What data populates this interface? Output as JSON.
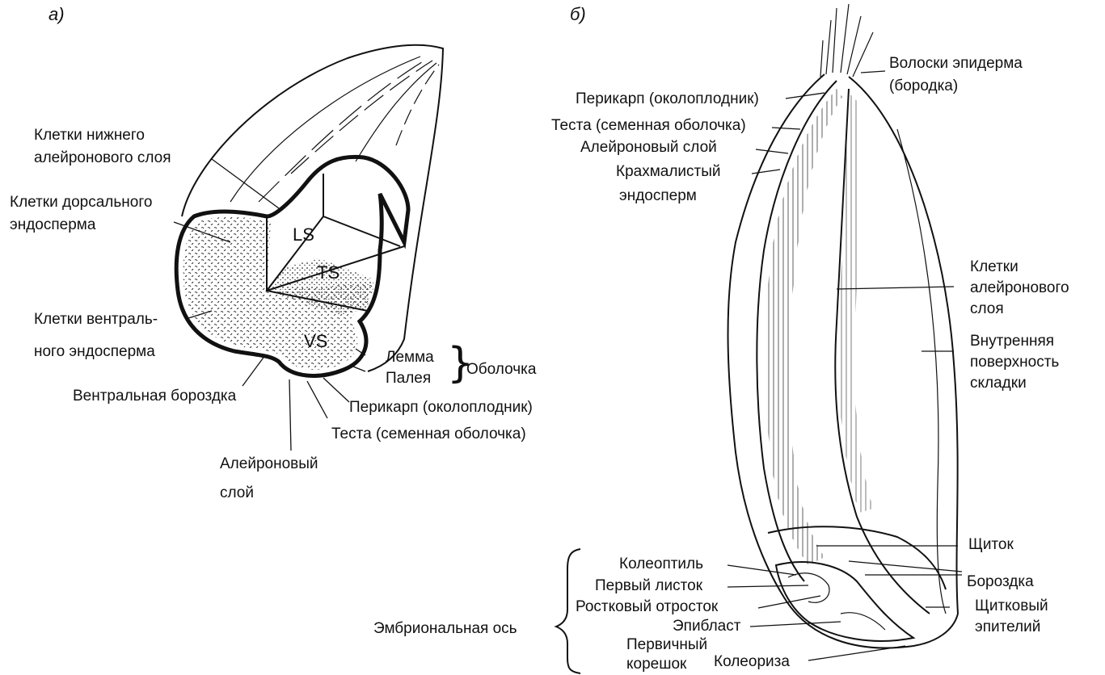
{
  "panel_a": {
    "letter": "а)",
    "regions": {
      "ls": "LS",
      "ts": "TS",
      "vs": "VS"
    },
    "labels": {
      "lower_aleurone_1": "Клетки нижнего",
      "lower_aleurone_2": "алейронового слоя",
      "dorsal_endo_1": "Клетки дорсального",
      "dorsal_endo_2": "эндосперма",
      "ventral_endo_1": "Клетки вентраль-",
      "ventral_endo_2": "ного эндосперма",
      "ventral_groove": "Вентральная бороздка",
      "lemma": "Лемма",
      "palea": "Палея",
      "husk": "Оболочка",
      "pericarp": "Перикарп (околоплодник)",
      "testa": "Теста (семенная оболочка)",
      "aleurone_1": "Алейроновый",
      "aleurone_2": "слой"
    }
  },
  "panel_b": {
    "letter": "б)",
    "labels": {
      "hairs_1": "Волоски эпидерма",
      "hairs_2": "(бородка)",
      "pericarp": "Перикарп (околоплодник)",
      "testa": "Теста (семенная оболочка)",
      "aleurone": "Алейроновый слой",
      "starchy_1": "Крахмалистый",
      "starchy_2": "эндосперм",
      "aleurone_cells_1": "Клетки",
      "aleurone_cells_2": "алейронового",
      "aleurone_cells_3": "слоя",
      "crease_1": "Внутренняя",
      "crease_2": "поверхность",
      "crease_3": "складки",
      "scutellum": "Щиток",
      "groove": "Бороздка",
      "scut_epi_1": "Щитковый",
      "scut_epi_2": "эпителий",
      "coleoptile": "Колеоптиль",
      "first_leaf": "Первый листок",
      "shoot": "Ростковый отросток",
      "epiblast": "Эпибласт",
      "radicle_1": "Первичный",
      "radicle_2": "корешок",
      "coleorhiza": "Колеориза",
      "embryo_axis": "Эмбриональная ось"
    }
  }
}
